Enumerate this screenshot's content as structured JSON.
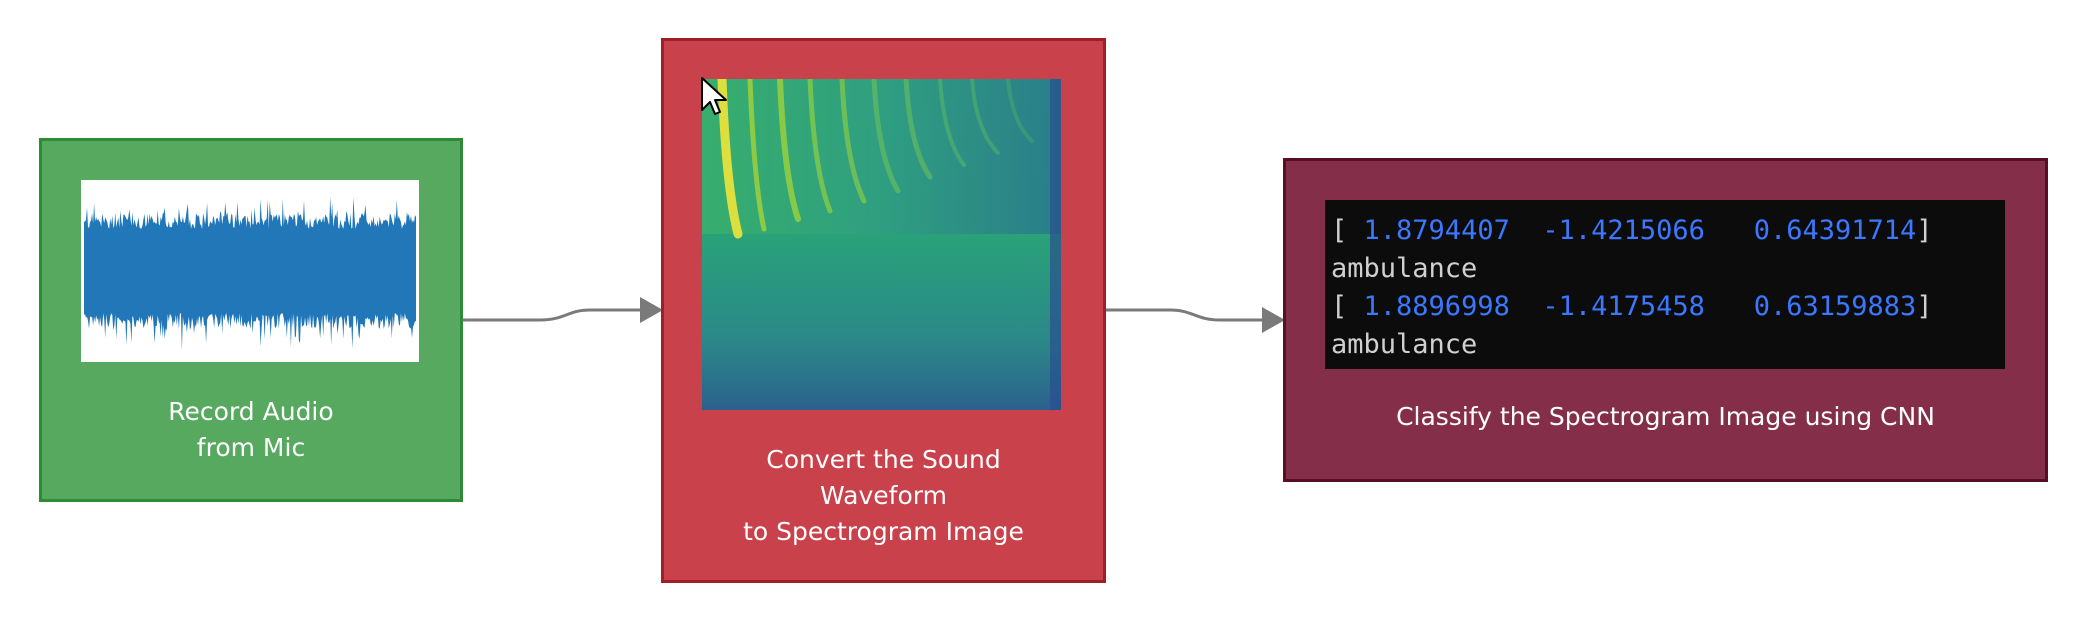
{
  "colors": {
    "record_fill": "#56a95e",
    "convert_fill": "#c8414b",
    "classify_fill": "#842e4a",
    "waveform": "#2277b8",
    "connector": "#7a7a7a",
    "terminal_number": "#3b78ff"
  },
  "steps": [
    {
      "id": "record",
      "caption": "Record Audio\nfrom Mic",
      "visual": "audio-waveform"
    },
    {
      "id": "convert",
      "caption": "Convert the Sound\nWaveform\nto Spectrogram Image",
      "visual": "spectrogram-image"
    },
    {
      "id": "classify",
      "caption": "Classify the Spectrogram Image using CNN",
      "visual": "terminal-output"
    }
  ],
  "terminal": {
    "lines": [
      {
        "open": "[",
        "values": [
          "1.8794407",
          "-1.4215066",
          "0.64391714"
        ],
        "close": "]"
      },
      {
        "label": "ambulance"
      },
      {
        "open": "[",
        "values": [
          "1.8896998",
          "-1.4175458",
          "0.63159883"
        ],
        "close": "]"
      },
      {
        "label": "ambulance"
      }
    ]
  },
  "icons": {
    "cursor": "mouse-pointer-icon",
    "arrow": "arrowhead-icon"
  }
}
